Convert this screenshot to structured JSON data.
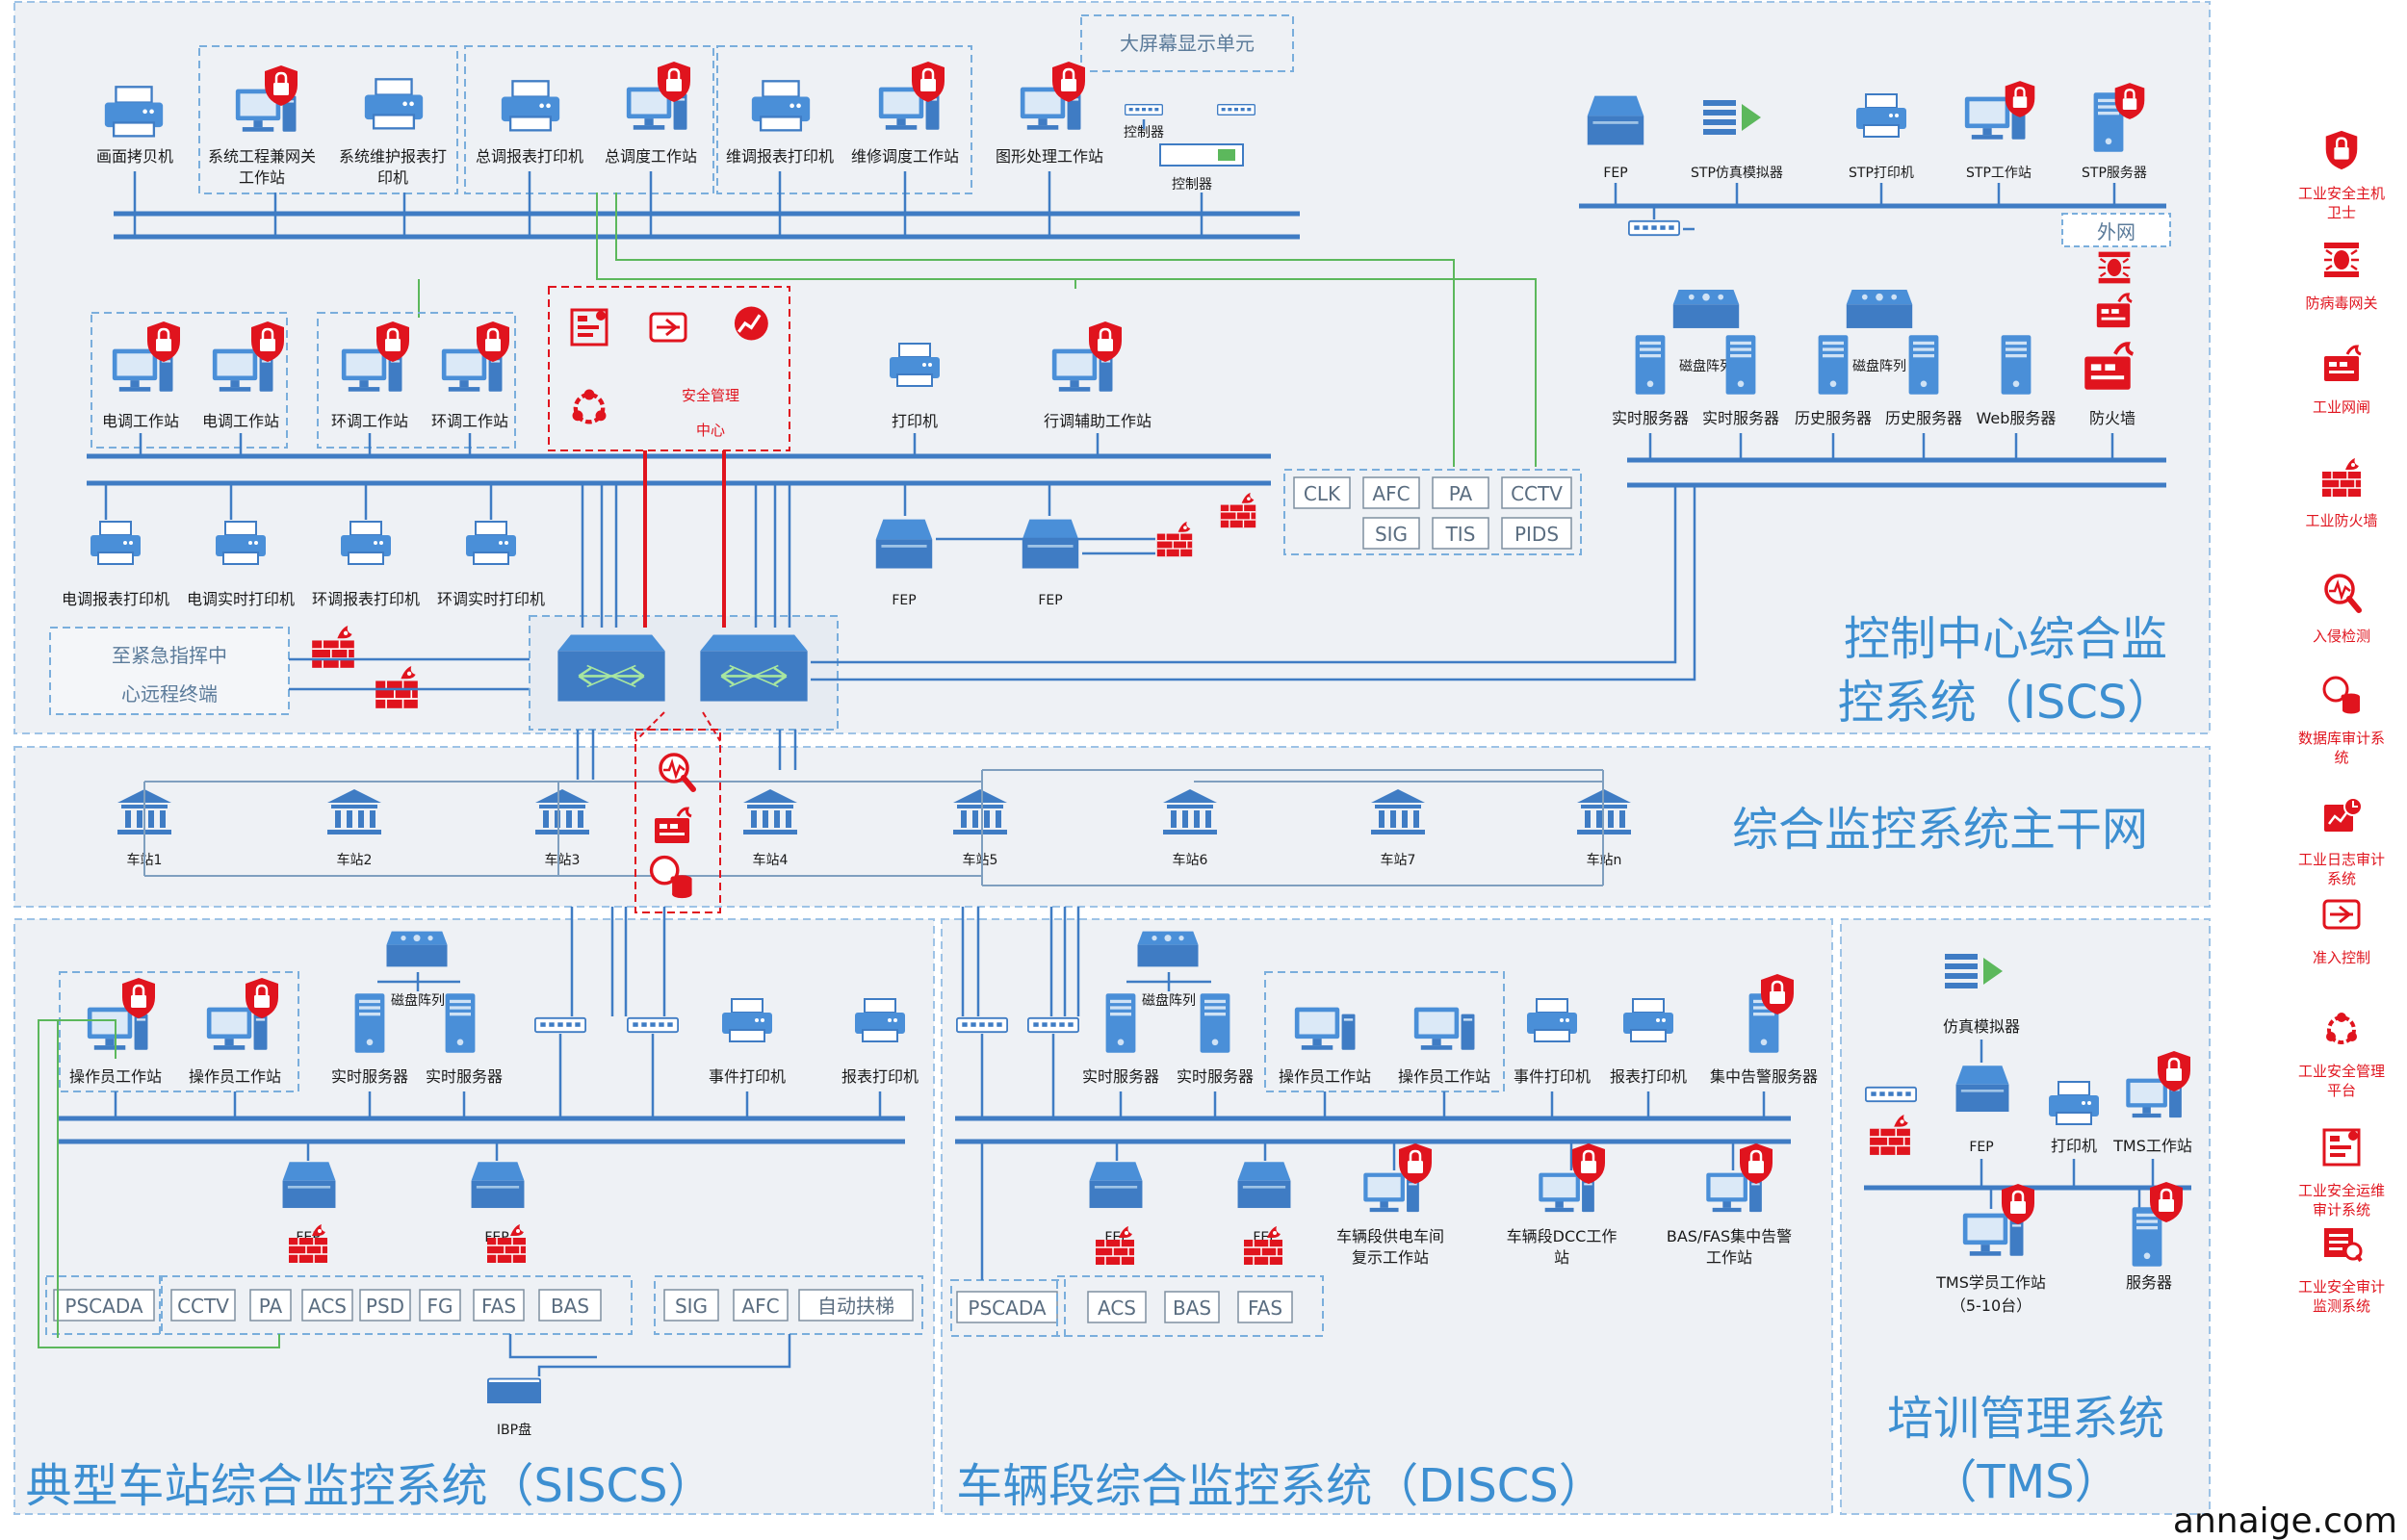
{
  "iscs": {
    "title_line1": "控制中心综合监",
    "title_line2": "控系统（ISCS）",
    "big_screen": "大屏幕显示单元",
    "controller_a": "控制器",
    "controller_b": "控制器",
    "devices": {
      "copy_machine": "画面拷贝机",
      "sys_eng_ws_1": "系统工程兼网关",
      "sys_eng_ws_2": "工作站",
      "sys_maint_printer_1": "系统维护报表打",
      "sys_maint_printer_2": "印机",
      "chief_report_printer": "总调报表打印机",
      "chief_ws": "总调度工作站",
      "maint_report_printer": "维调报表打印机",
      "maint_ws": "维修调度工作站",
      "graphic_ws": "图形处理工作站",
      "power_ws_1": "电调工作站",
      "power_ws_2": "电调工作站",
      "env_ws_1": "环调工作站",
      "env_ws_2": "环调工作站",
      "printer": "打印机",
      "aux_ws": "行调辅助工作站",
      "power_report_printer": "电调报表打印机",
      "power_rt_printer": "电调实时打印机",
      "env_report_printer": "环调报表打印机",
      "env_rt_printer": "环调实时打印机",
      "fep_1": "FEP",
      "fep_2": "FEP"
    },
    "security_center_1": "安全管理",
    "security_center_2": "中心",
    "emergency_1": "至紧急指挥中",
    "emergency_2": "心远程终端",
    "subsystems_row1": [
      "CLK",
      "AFC",
      "PA",
      "CCTV"
    ],
    "subsystems_row2": [
      "SIG",
      "TIS",
      "PIDS"
    ],
    "stp": {
      "fep": "FEP",
      "simulator": "STP仿真模拟器",
      "printer": "STP打印机",
      "workstation": "STP工作站",
      "server": "STP服务器"
    },
    "external_net": "外网",
    "servers": {
      "disk_array_1": "磁盘阵列",
      "disk_array_2": "磁盘阵列",
      "rt_server_1": "实时服务器",
      "rt_server_2": "实时服务器",
      "hist_server_1": "历史服务器",
      "hist_server_2": "历史服务器",
      "web_server": "Web服务器",
      "firewall": "防火墙"
    }
  },
  "backbone": {
    "title": "综合监控系统主干网",
    "stations": [
      "车站1",
      "车站2",
      "车站3",
      "车站4",
      "车站5",
      "车站6",
      "车站7",
      "车站n"
    ]
  },
  "siscs": {
    "title": "典型车站综合监控系统（SISCS）",
    "op_ws_1": "操作员工作站",
    "op_ws_2": "操作员工作站",
    "disk_array": "磁盘阵列",
    "rt_server_1": "实时服务器",
    "rt_server_2": "实时服务器",
    "event_printer": "事件打印机",
    "report_printer": "报表打印机",
    "fep_1": "FEP",
    "fep_2": "FEP",
    "pscada": "PSCADA",
    "subsystems": [
      "CCTV",
      "PA",
      "ACS",
      "PSD",
      "FG",
      "FAS",
      "BAS"
    ],
    "subsystems_b": [
      "SIG",
      "AFC",
      "自动扶梯"
    ],
    "ibp": "IBP盘"
  },
  "discs": {
    "title": "车辆段综合监控系统（DISCS）",
    "disk_array": "磁盘阵列",
    "rt_server_1": "实时服务器",
    "rt_server_2": "实时服务器",
    "op_ws_1": "操作员工作站",
    "op_ws_2": "操作员工作站",
    "event_printer": "事件打印机",
    "report_printer": "报表打印机",
    "alarm_server": "集中告警服务器",
    "fep_1": "FEP",
    "fep_2": "FEP",
    "depot_power_ws_1": "车辆段供电车间",
    "depot_power_ws_2": "复示工作站",
    "depot_dcc_ws_1": "车辆段DCC工作",
    "depot_dcc_ws_2": "站",
    "bas_fas_ws_1": "BAS/FAS集中告警",
    "bas_fas_ws_2": "工作站",
    "pscada": "PSCADA",
    "subsystems": [
      "ACS",
      "BAS",
      "FAS"
    ]
  },
  "tms": {
    "title_line1": "培训管理系统",
    "title_line2": "（TMS）",
    "simulator": "仿真模拟器",
    "fep": "FEP",
    "printer": "打印机",
    "tms_ws": "TMS工作站",
    "student_ws_1": "TMS学员工作站",
    "student_ws_2": "（5-10台）",
    "server": "服务器"
  },
  "legend": [
    {
      "l1": "工业安全主机",
      "l2": "卫士",
      "icon": "shield-lock-icon"
    },
    {
      "l1": "防病毒网关",
      "l2": "",
      "icon": "antivirus-gateway-icon"
    },
    {
      "l1": "工业网闸",
      "l2": "",
      "icon": "industrial-gatekeeper-icon"
    },
    {
      "l1": "工业防火墙",
      "l2": "",
      "icon": "industrial-firewall-icon"
    },
    {
      "l1": "入侵检测",
      "l2": "",
      "icon": "intrusion-detection-icon"
    },
    {
      "l1": "数据库审计系",
      "l2": "统",
      "icon": "database-audit-icon"
    },
    {
      "l1": "工业日志审计",
      "l2": "系统",
      "icon": "log-audit-icon"
    },
    {
      "l1": "准入控制",
      "l2": "",
      "icon": "access-control-icon"
    },
    {
      "l1": "工业安全管理",
      "l2": "平台",
      "icon": "security-management-icon"
    },
    {
      "l1": "工业安全运维",
      "l2": "审计系统",
      "icon": "ops-audit-icon"
    },
    {
      "l1": "工业安全审计",
      "l2": "监测系统",
      "icon": "audit-monitor-icon"
    }
  ],
  "watermark": "annaige.com",
  "colors": {
    "accent": "#3d8fd1",
    "security": "#e0141e",
    "bus": "#3f7cc4"
  }
}
